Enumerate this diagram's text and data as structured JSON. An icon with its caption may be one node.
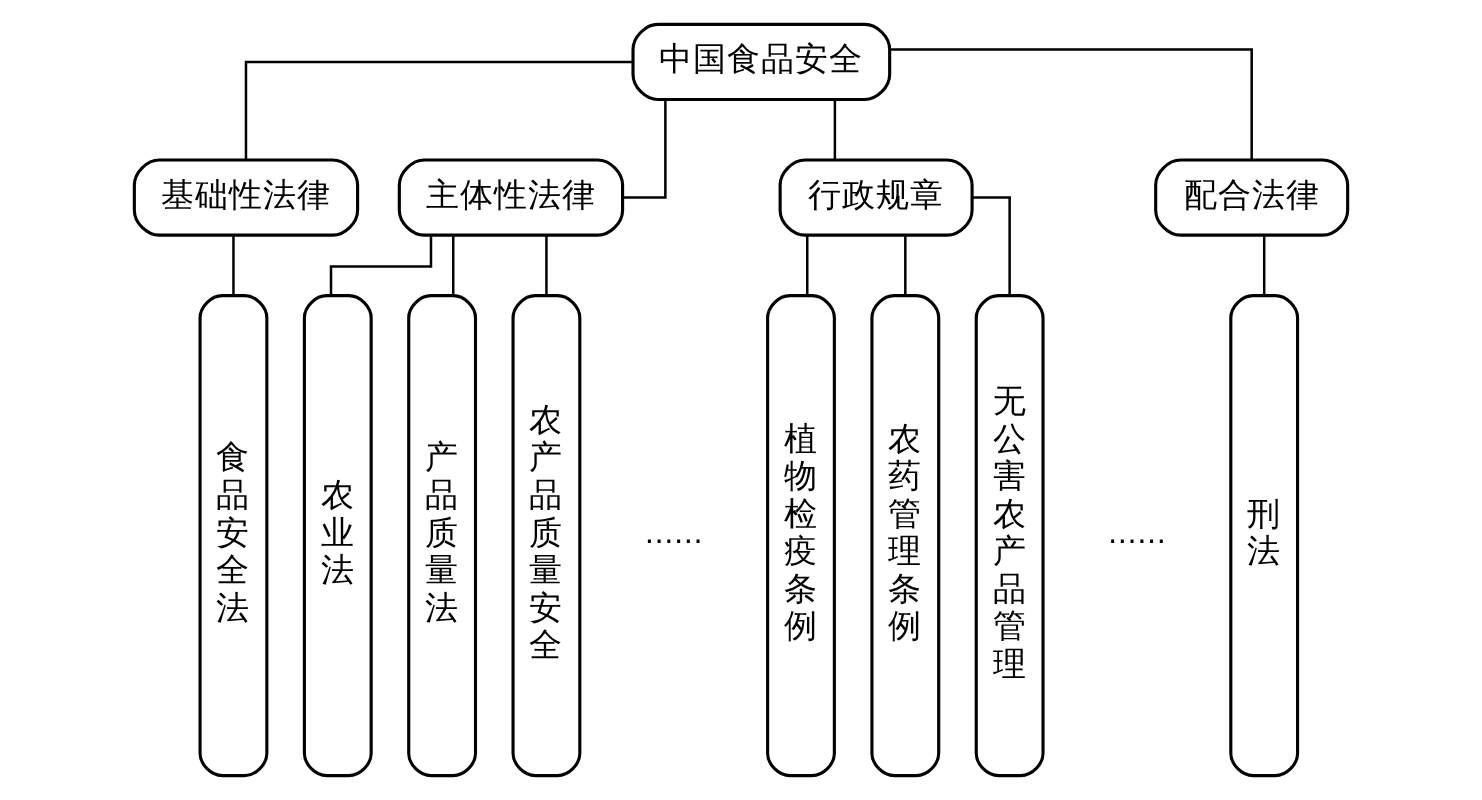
{
  "diagram": {
    "nodes": [
      {
        "text": [
          "中国食品安全"
        ]
      },
      {
        "text": [
          "基础性法律"
        ]
      },
      {
        "text": [
          "主体性法律"
        ]
      },
      {
        "text": [
          "行政规章"
        ]
      },
      {
        "text": [
          "配合法律"
        ]
      },
      {
        "text": [
          "食品安全法"
        ]
      },
      {
        "text": [
          "农业法"
        ]
      },
      {
        "text": [
          "产品质量法"
        ]
      },
      {
        "text": [
          "农产品质量安全"
        ]
      },
      {
        "text": [
          "植物检疫条例"
        ]
      },
      {
        "text": [
          "农药管理条例"
        ]
      },
      {
        "text": [
          "无公害农产品管理"
        ]
      },
      {
        "text": [
          "刑法"
        ]
      }
    ],
    "edges": [
      {
        "from": 0,
        "to": 1,
        "arrow": "none"
      },
      {
        "from": 0,
        "to": 2,
        "arrow": "none"
      },
      {
        "from": 0,
        "to": 3,
        "arrow": "none"
      },
      {
        "from": 0,
        "to": 4,
        "arrow": "none"
      },
      {
        "from": 1,
        "to": 5,
        "arrow": "none"
      },
      {
        "from": 2,
        "to": 6,
        "arrow": "none"
      },
      {
        "from": 2,
        "to": 7,
        "arrow": "none"
      },
      {
        "from": 2,
        "to": 8,
        "arrow": "none"
      },
      {
        "from": 3,
        "to": 9,
        "arrow": "none"
      },
      {
        "from": 3,
        "to": 10,
        "arrow": "none"
      },
      {
        "from": 3,
        "to": 11,
        "arrow": "none"
      },
      {
        "from": 4,
        "to": 12,
        "arrow": "none"
      }
    ],
    "labels": [
      "……",
      "……"
    ]
  }
}
